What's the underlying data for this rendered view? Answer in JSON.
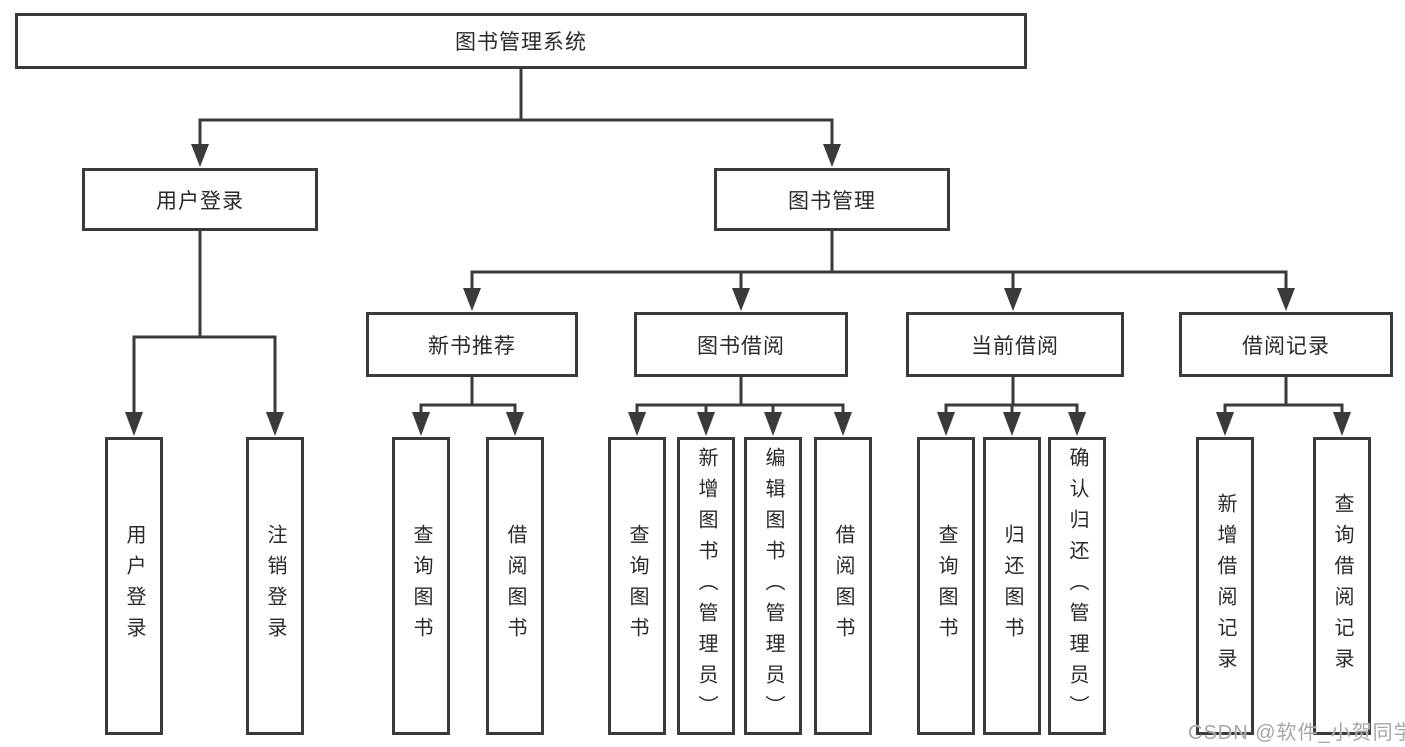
{
  "tree": {
    "root": {
      "label": "图书管理系统"
    },
    "branches": [
      {
        "label": "用户登录",
        "children": [
          {
            "label": "用户登录"
          },
          {
            "label": "注销登录"
          }
        ]
      },
      {
        "label": "图书管理",
        "children": [
          {
            "label": "新书推荐",
            "children": [
              {
                "label": "查询图书"
              },
              {
                "label": "借阅图书"
              }
            ]
          },
          {
            "label": "图书借阅",
            "children": [
              {
                "label": "查询图书"
              },
              {
                "label": "新增图书（管理员）"
              },
              {
                "label": "编辑图书（管理员）"
              },
              {
                "label": "借阅图书"
              }
            ]
          },
          {
            "label": "当前借阅",
            "children": [
              {
                "label": "查询图书"
              },
              {
                "label": "归还图书"
              },
              {
                "label": "确认归还（管理员）"
              }
            ]
          },
          {
            "label": "借阅记录",
            "children": [
              {
                "label": "新增借阅记录"
              },
              {
                "label": "查询借阅记录"
              }
            ]
          }
        ]
      }
    ]
  },
  "watermark": {
    "text": "CSDN @软件_小贺同学"
  },
  "colors": {
    "line": "#3a3a3a",
    "text": "#2a2a2a",
    "background": "#ffffff",
    "watermark": "#a6a6a6"
  }
}
